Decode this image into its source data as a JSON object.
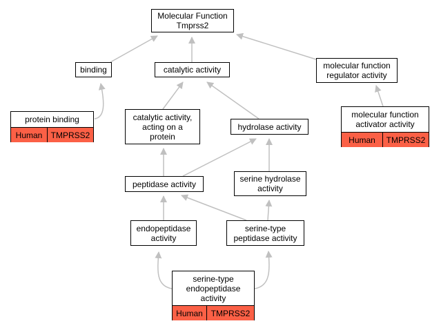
{
  "colors": {
    "edge": "#c0c0c0",
    "annotation_fill": "#fb6046",
    "border": "#000000"
  },
  "nodes": {
    "root": {
      "label": "Molecular Function\nTmprss2"
    },
    "binding": {
      "label": "binding"
    },
    "catalytic": {
      "label": "catalytic activity"
    },
    "mf_regulator": {
      "label": "molecular function\nregulator activity"
    },
    "protein_binding": {
      "label": "protein binding",
      "species": "Human",
      "gene": "TMPRSS2"
    },
    "cat_on_protein": {
      "label": "catalytic activity,\nacting on a\nprotein"
    },
    "hydrolase": {
      "label": "hydrolase activity"
    },
    "mf_activator": {
      "label": "molecular function\nactivator activity",
      "species": "Human",
      "gene": "TMPRSS2"
    },
    "peptidase": {
      "label": "peptidase activity"
    },
    "serine_hydrolase": {
      "label": "serine hydrolase\nactivity"
    },
    "endopeptidase": {
      "label": "endopeptidase\nactivity"
    },
    "serine_peptidase": {
      "label": "serine-type\npeptidase activity"
    },
    "serine_endopeptidase": {
      "label": "serine-type\nendopeptidase\nactivity",
      "species": "Human",
      "gene": "TMPRSS2"
    }
  },
  "edges": [
    {
      "from": "binding",
      "to": "root"
    },
    {
      "from": "catalytic",
      "to": "root"
    },
    {
      "from": "mf_regulator",
      "to": "root"
    },
    {
      "from": "protein_binding",
      "to": "binding"
    },
    {
      "from": "cat_on_protein",
      "to": "catalytic"
    },
    {
      "from": "hydrolase",
      "to": "catalytic"
    },
    {
      "from": "mf_activator",
      "to": "mf_regulator"
    },
    {
      "from": "peptidase",
      "to": "cat_on_protein"
    },
    {
      "from": "peptidase",
      "to": "hydrolase"
    },
    {
      "from": "serine_hydrolase",
      "to": "hydrolase"
    },
    {
      "from": "endopeptidase",
      "to": "peptidase"
    },
    {
      "from": "serine_peptidase",
      "to": "peptidase"
    },
    {
      "from": "serine_peptidase",
      "to": "serine_hydrolase"
    },
    {
      "from": "serine_endopeptidase",
      "to": "endopeptidase"
    },
    {
      "from": "serine_endopeptidase",
      "to": "serine_peptidase"
    }
  ]
}
